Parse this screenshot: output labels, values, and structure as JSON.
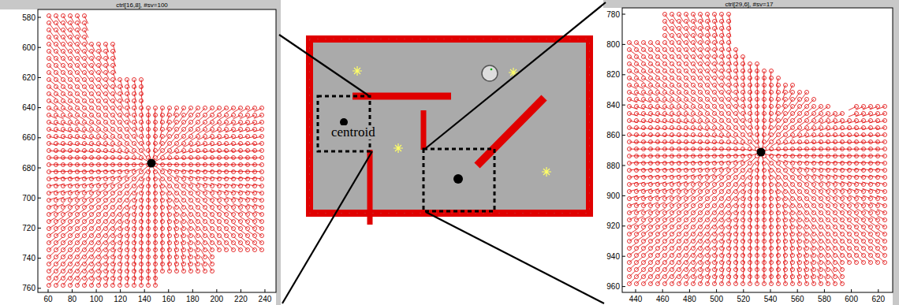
{
  "diagram": {
    "labels": [
      "ctrl[16,8], #sv=100",
      "60",
      "80",
      "100",
      "120",
      "140",
      "160",
      "180",
      "200",
      "220",
      "240",
      "580",
      "600",
      "620",
      "640",
      "660",
      "680",
      "700",
      "720",
      "740",
      "760",
      "centroid",
      "ctrl[29,6], #sv=17",
      "440",
      "460",
      "480",
      "500",
      "520",
      "540",
      "560",
      "580",
      "600",
      "620",
      "780",
      "800",
      "820",
      "840",
      "860",
      "880",
      "900",
      "920",
      "940",
      "960"
    ]
  }
}
